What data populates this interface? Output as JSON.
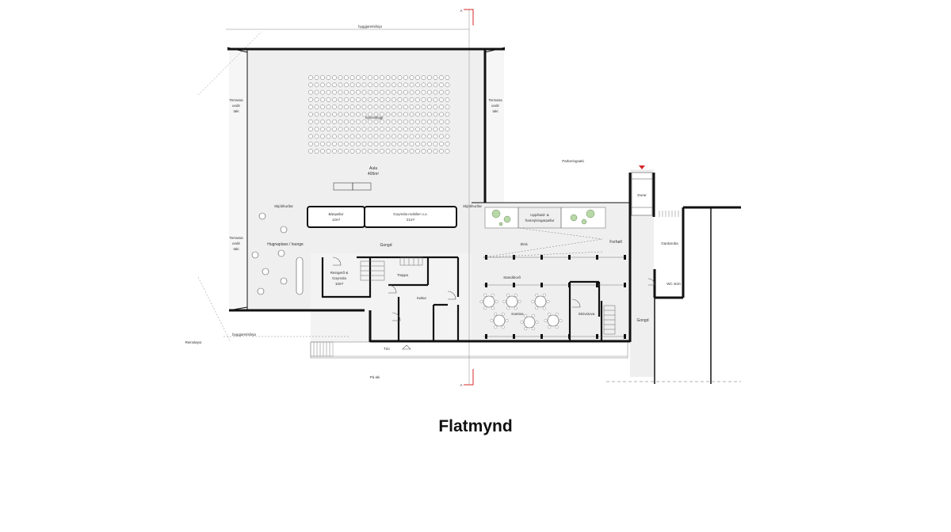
{
  "caption": "Flatmynd",
  "labels": {
    "byggareitur_top": "byggjareitslinja",
    "byggareitur_bottom": "byggjareitslinja",
    "terrassa_left_top": [
      "Terrassa",
      "undir",
      "taki"
    ],
    "terrassa_left_bottom": [
      "Terrassa",
      "undir",
      "taki"
    ],
    "terrassa_right": [
      "Terrassa",
      "undir",
      "taki"
    ],
    "aula": [
      "Aula",
      "406m²"
    ],
    "sjonarvari": "Sýnisskíggi",
    "skjotihurdar_left": "Skjótihurðar",
    "skjotihurdar_right": "Skjótihurðar",
    "ungdomsrum": [
      "Bánpallur",
      "12m²"
    ],
    "goymsla_mobla": [
      "Goymsla mobilier o.o.",
      "21m²"
    ],
    "uppihald": [
      "Uppihald- &",
      "framsýningarpallur"
    ],
    "hugnaplass": "Hugnaplass / lounge",
    "gongd_top": "Gongd",
    "gongd_right": "Gongd",
    "reingerd": [
      "Reingerð &",
      "Goymsla",
      "10m²"
    ],
    "trappa": "Trappa",
    "kokur": "Køkur",
    "standibord": "Standiborð",
    "kantina": "Kantina",
    "skrivstova": "Skrivstova",
    "forhall": "Forhøll",
    "skrar": "Skrá",
    "gardaroba": "Gardaroba",
    "durar": "Durar",
    "wc": "WC stórt",
    "parkering": "Parkeringsøki",
    "reinsloysi": "Reinsløysi",
    "pa_ak": "Pá aki",
    "tun": "Tún",
    "section_a_top": "A",
    "section_a_bottom": "A"
  },
  "colors": {
    "wall": "#111111",
    "floor": "#efefef",
    "line": "#555555",
    "accent": "#d42a2a",
    "tree": "#b8d8a8"
  }
}
